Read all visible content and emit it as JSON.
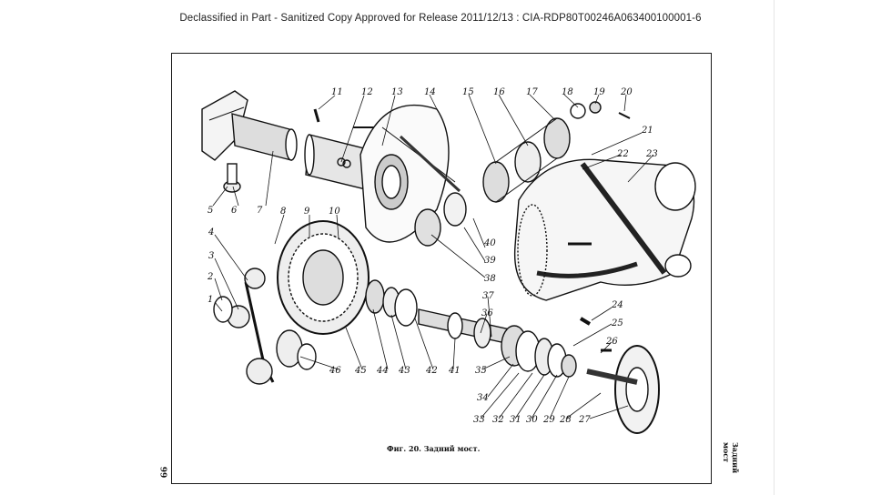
{
  "header": {
    "release_line": "Declassified in Part - Sanitized Copy Approved for Release 2011/12/13 : CIA-RDP80T00246A063400100001-6"
  },
  "figure": {
    "caption": "Фиг. 20. Задний мост.",
    "side_text": "Задний мост",
    "page_number": "99"
  },
  "callouts": {
    "l1": "1",
    "l2": "2",
    "l3": "3",
    "l4": "4",
    "l5": "5",
    "l6": "6",
    "l7": "7",
    "l8": "8",
    "l9": "9",
    "l10": "10",
    "l11": "11",
    "l12": "12",
    "l13": "13",
    "l14": "14",
    "l15": "15",
    "l16": "16",
    "l17": "17",
    "l18": "18",
    "l19": "19",
    "l20": "20",
    "l21": "21",
    "l22": "22",
    "l23": "23",
    "l24": "24",
    "l25": "25",
    "l26": "26",
    "l27": "27",
    "l28": "28",
    "l29": "29",
    "l30": "30",
    "l31": "31",
    "l32": "32",
    "l33": "33",
    "l34": "34",
    "l35": "35",
    "l36": "36",
    "l37": "37",
    "l38": "38",
    "l39": "39",
    "l40": "40",
    "l41": "41",
    "l42": "42",
    "l43": "43",
    "l44": "44",
    "l45": "45",
    "l46": "46"
  }
}
